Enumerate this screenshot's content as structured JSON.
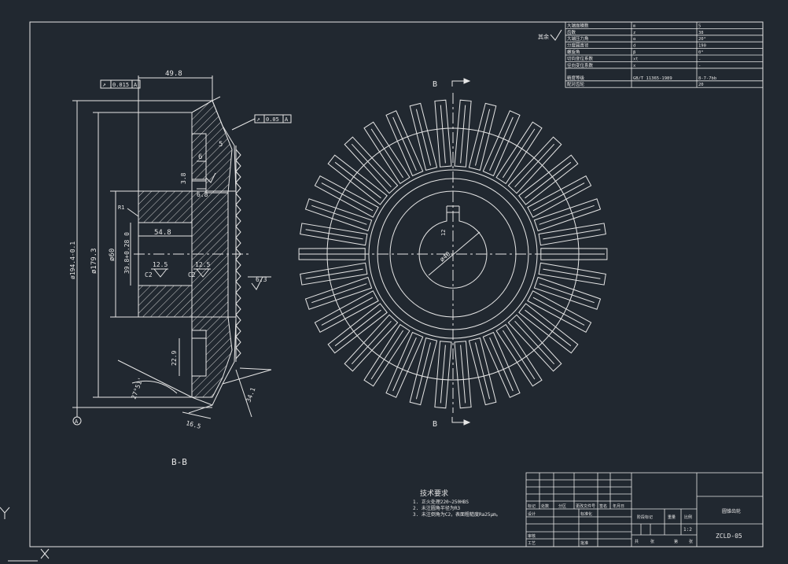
{
  "section_view": {
    "title": "B-B",
    "dimensions": {
      "d_outer": "ø194.4-0.1",
      "d_179": "ø179.3",
      "d_60": "ø60",
      "bore": "39.8+0.28 0",
      "hub_len": "54.8",
      "top_len": "49.8",
      "d6": "6",
      "d3_8": "3.8",
      "d6_8": "6.8",
      "d5": "5",
      "d22_9": "22.9",
      "d16_5": "16.5",
      "d34_1": "34.1",
      "angle": "27°51'",
      "r1": "R1",
      "rough_left": "12.5",
      "rough_right": "12.5",
      "rough_side": "6.3",
      "c2_left": "C2",
      "c2_right": "C2"
    },
    "tol_left": {
      "symbol": "↗",
      "value": "0.015",
      "datum": "A"
    },
    "tol_right": {
      "symbol": "↗",
      "value": "0.05",
      "datum": "A"
    },
    "datum": "A"
  },
  "front_view": {
    "label_top": "B",
    "label_bottom": "B",
    "shaft_dim": "ø40",
    "key_dim": "12",
    "tooth_count": 38
  },
  "param_table": {
    "rows": [
      [
        "大端面模数",
        "m",
        "5"
      ],
      [
        "齿数",
        "z",
        "38"
      ],
      [
        "大端压力角",
        "α",
        "20°"
      ],
      [
        "分度圆直径",
        "d",
        "190"
      ],
      [
        "螺旋角",
        "β",
        "0°"
      ],
      [
        "切向变位系数",
        "xt",
        "-"
      ],
      [
        "径向变位系数",
        "x",
        "-"
      ],
      [
        "精度等级",
        "GB/T 11365-1989",
        "8-7-7bb"
      ],
      [
        "配对齿轮",
        "",
        "20"
      ]
    ]
  },
  "roughness_note": "其余",
  "tech_requirements": {
    "title": "技术要求",
    "items": [
      "1. 正火处理220~250HBS",
      "2. 未注圆角半径为R3",
      "3. 未注倒角为C2，表面粗糙度Ra25μm。"
    ]
  },
  "title_block": {
    "left_headers": [
      "标记",
      "处数",
      "分区",
      "更改文件号",
      "签名",
      "年月日"
    ],
    "row_labels": [
      "设计",
      "审核",
      "工艺"
    ],
    "standard": "标准化",
    "approved": "批准",
    "stage_mark": "阶段标记",
    "weight": "重量",
    "scale_label": "比例",
    "scale": "1:2",
    "sheets": [
      "共",
      "张",
      "第",
      "张"
    ],
    "drawing_name": "圆锥齿轮",
    "drawing_code": "ZCLD-05"
  },
  "axes": {
    "x": "X",
    "y": "Y"
  },
  "colors": {
    "background": "#212830",
    "line": "#e6e6e6",
    "hatch": "#cfcfcf"
  }
}
